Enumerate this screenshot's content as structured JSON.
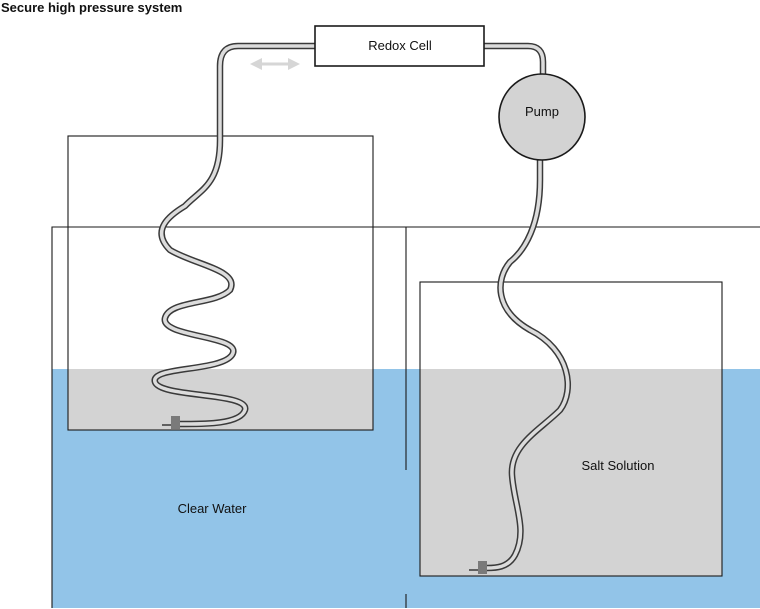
{
  "title": "Secure high pressure system",
  "labels": {
    "redox_cell": "Redox Cell",
    "pump": "Pump",
    "clear_water": "Clear Water",
    "salt_solution": "Salt Solution"
  },
  "colors": {
    "water": "#92c4e8",
    "solution": "#d3d3d3",
    "tube_outline": "#3a3a3a",
    "tube_fill": "#dcdcdc",
    "arrow": "#d6d6d6",
    "pump_fill": "#d3d3d3",
    "connector": "#7a7a7a"
  },
  "icons": {
    "flow_arrow": "double-arrow-icon"
  }
}
